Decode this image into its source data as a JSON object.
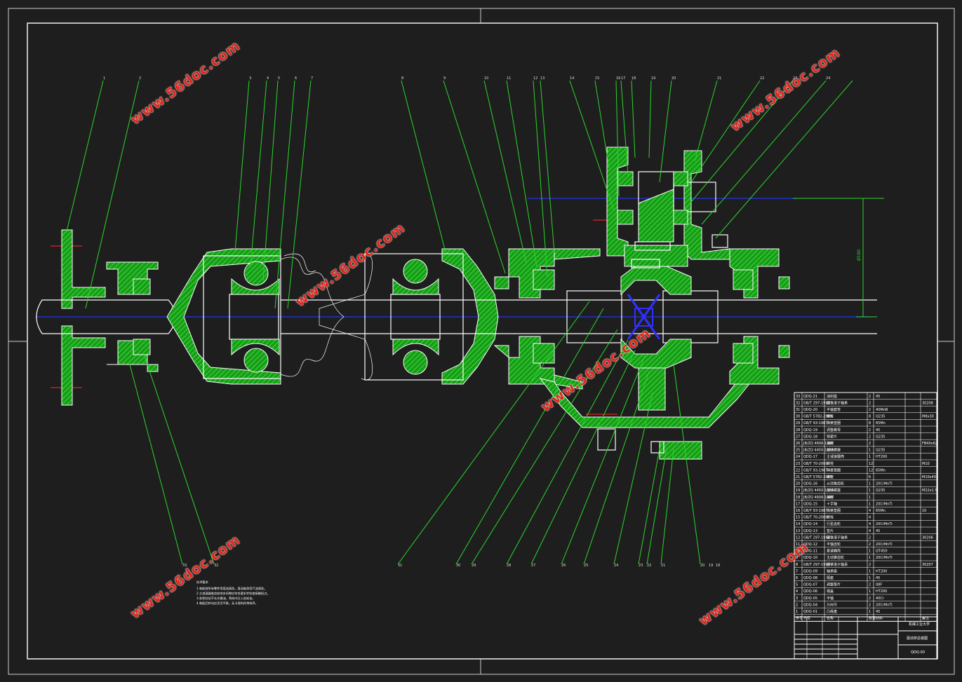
{
  "watermarks": [
    "www.56doc.com",
    "www.56doc.com",
    "www.56doc.com",
    "www.56doc.com",
    "www.56doc.com",
    "www.56doc.com"
  ],
  "title_block": {
    "company": "机械工业大学",
    "drawing_name": "驱动桥总装图",
    "drawing_no": "QDQ-00"
  },
  "parts_list_rows": [
    {
      "no": "33",
      "code": "QDQ-21",
      "name": "油封座",
      "qty": "2",
      "material": "45",
      "note": ""
    },
    {
      "no": "32",
      "code": "GB/T 297-1994",
      "name": "圆锥滚子轴承",
      "qty": "2",
      "material": "",
      "note": "30208"
    },
    {
      "no": "31",
      "code": "QDQ-20",
      "name": "半轴套管",
      "qty": "2",
      "material": "40MnB",
      "note": ""
    },
    {
      "no": "30",
      "code": "GB/T 5782-2000",
      "name": "螺栓",
      "qty": "8",
      "material": "Q235",
      "note": "M8x30"
    },
    {
      "no": "29",
      "code": "GB/T 93-1987",
      "name": "弹簧垫圈",
      "qty": "8",
      "material": "65Mn",
      "note": ""
    },
    {
      "no": "28",
      "code": "QDQ-19",
      "name": "调整螺母",
      "qty": "2",
      "material": "45",
      "note": ""
    },
    {
      "no": "27",
      "code": "QDQ-18",
      "name": "锁紧片",
      "qty": "2",
      "material": "Q235",
      "note": ""
    },
    {
      "no": "26",
      "code": "JB/ZQ 4606-1986",
      "name": "油封",
      "qty": "2",
      "material": "",
      "note": "FB40x62"
    },
    {
      "no": "25",
      "code": "JB/ZQ 4450-1986",
      "name": "放油螺塞",
      "qty": "1",
      "material": "Q235",
      "note": ""
    },
    {
      "no": "24",
      "code": "QDQ-17",
      "name": "主减速器壳",
      "qty": "1",
      "material": "HT200",
      "note": ""
    },
    {
      "no": "23",
      "code": "GB/T 70-2000",
      "name": "螺栓",
      "qty": "12",
      "material": "",
      "note": "M10"
    },
    {
      "no": "22",
      "code": "GB/T 93-1987",
      "name": "弹簧垫圈",
      "qty": "12",
      "material": "65Mn",
      "note": ""
    },
    {
      "no": "21",
      "code": "GB/T 5782-2000",
      "name": "螺栓",
      "qty": "6",
      "material": "",
      "note": "M10x40"
    },
    {
      "no": "20",
      "code": "QDQ-16",
      "name": "从动锥齿轮",
      "qty": "1",
      "material": "20CrMnTi",
      "note": ""
    },
    {
      "no": "19",
      "code": "JB/ZQ 4450-1986",
      "name": "加油螺塞",
      "qty": "1",
      "material": "Q235",
      "note": "M22x1.5"
    },
    {
      "no": "18",
      "code": "JB/ZQ 4606-1986",
      "name": "油封",
      "qty": "1",
      "material": "",
      "note": ""
    },
    {
      "no": "17",
      "code": "QDQ-15",
      "name": "十字轴",
      "qty": "1",
      "material": "20CrMnTi",
      "note": ""
    },
    {
      "no": "16",
      "code": "GB/T 93-1987",
      "name": "弹簧垫圈",
      "qty": "4",
      "material": "65Mn",
      "note": "10"
    },
    {
      "no": "15",
      "code": "GB/T 70-2000",
      "name": "螺栓",
      "qty": "4",
      "material": "",
      "note": ""
    },
    {
      "no": "14",
      "code": "QDQ-14",
      "name": "行星齿轮",
      "qty": "4",
      "material": "20CrMnTi",
      "note": ""
    },
    {
      "no": "13",
      "code": "QDQ-13",
      "name": "垫片",
      "qty": "4",
      "material": "45",
      "note": ""
    },
    {
      "no": "12",
      "code": "GB/T 297-1994",
      "name": "圆锥滚子轴承",
      "qty": "2",
      "material": "",
      "note": "30206"
    },
    {
      "no": "11",
      "code": "QDQ-12",
      "name": "半轴齿轮",
      "qty": "2",
      "material": "20CrMnTi",
      "note": ""
    },
    {
      "no": "10",
      "code": "QDQ-11",
      "name": "差速器壳",
      "qty": "1",
      "material": "QT450",
      "note": ""
    },
    {
      "no": "9",
      "code": "QDQ-10",
      "name": "主动锥齿轮",
      "qty": "1",
      "material": "20CrMnTi",
      "note": ""
    },
    {
      "no": "8",
      "code": "GB/T 297-1994",
      "name": "圆锥滚子轴承",
      "qty": "2",
      "material": "",
      "note": "30207"
    },
    {
      "no": "7",
      "code": "QDQ-09",
      "name": "轴承座",
      "qty": "1",
      "material": "HT200",
      "note": ""
    },
    {
      "no": "6",
      "code": "QDQ-08",
      "name": "隔套",
      "qty": "1",
      "material": "45",
      "note": ""
    },
    {
      "no": "5",
      "code": "QDQ-07",
      "name": "调整垫片",
      "qty": "2",
      "material": "08F",
      "note": ""
    },
    {
      "no": "4",
      "code": "QDQ-06",
      "name": "端盖",
      "qty": "1",
      "material": "HT200",
      "note": ""
    },
    {
      "no": "3",
      "code": "QDQ-05",
      "name": "半轴",
      "qty": "2",
      "material": "40Cr",
      "note": ""
    },
    {
      "no": "2",
      "code": "QDQ-04",
      "name": "万向节",
      "qty": "2",
      "material": "20CrMnTi",
      "note": ""
    },
    {
      "no": "1",
      "code": "QDQ-01",
      "name": "凸缘盘",
      "qty": "1",
      "material": "45",
      "note": ""
    }
  ],
  "parts_list_header": {
    "no": "序号",
    "code": "代号",
    "name": "名称",
    "qty": "数量",
    "material": "材料",
    "note": "备注"
  },
  "tech_notes": {
    "title": "技术要求",
    "lines": [
      "1.装配前所有零件用煤油清洗，滚动轴承用汽油清洗。",
      "2.主减速器锥齿轮啮合间隙应符合要求并检查接触斑点。",
      "3.各密封处不允许漏油，壳体内注入齿轮油。",
      "4.装配后转动应灵活平稳，无卡滞和异常响声。"
    ]
  },
  "balloon_numbers_top": [
    "1",
    "2",
    "3",
    "4",
    "5",
    "6",
    "7",
    "8",
    "9",
    "10",
    "11",
    "12",
    "13",
    "14",
    "15",
    "16",
    "17",
    "18",
    "19",
    "20",
    "21",
    "22",
    "23",
    "24"
  ],
  "balloon_numbers_bottom": [
    "33",
    "32",
    "31",
    "30",
    "29",
    "28",
    "27",
    "26",
    "25",
    "24",
    "23",
    "22",
    "21",
    "20",
    "19",
    "18"
  ],
  "dimension_label": "Ø180",
  "colors": {
    "background": "#1e1e1e",
    "hatch": "#1ec01e",
    "leader": "#2bd62b",
    "centerline": "#2230c8",
    "watermark": "#e0261b"
  }
}
